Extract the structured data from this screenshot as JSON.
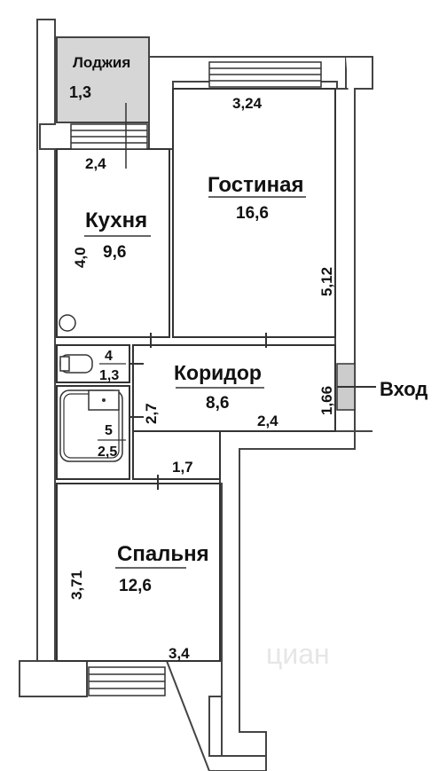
{
  "rooms": {
    "loggia": {
      "name": "Лоджия",
      "area": "1,3"
    },
    "kitchen": {
      "name": "Кухня",
      "area": "9,6"
    },
    "living": {
      "name": "Гостиная",
      "area": "16,6"
    },
    "corridor": {
      "name": "Коридор",
      "area": "8,6"
    },
    "bedroom": {
      "name": "Спальня",
      "area": "12,6"
    },
    "toilet": {
      "number": "4",
      "area": "1,3"
    },
    "bath": {
      "number": "5",
      "area": "2,5"
    }
  },
  "entrance_label": "Вход",
  "dimensions": {
    "living_width": "3,24",
    "loggia_width": "2,4",
    "kitchen_length": "4,0",
    "living_length": "5,12",
    "entrance_width": "1,66",
    "corridor_length": "2,7",
    "corridor_width": "2,4",
    "corridor_short": "1,7",
    "bedroom_length": "3,71",
    "bedroom_width": "3,4"
  },
  "watermark": "циан",
  "colors": {
    "loggia_fill": "#d6d6d6",
    "wall": "#444444",
    "background": "#ffffff"
  }
}
